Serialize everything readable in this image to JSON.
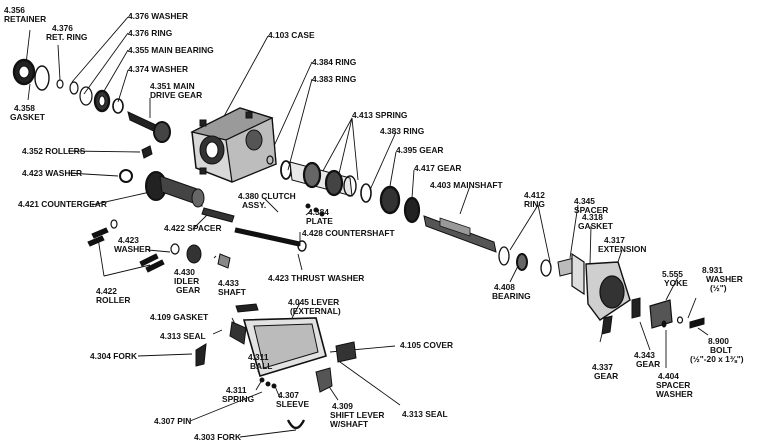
{
  "labels": {
    "p4356_num": "4.356",
    "p4356_name": "RETAINER",
    "p4376r_num": "4.376",
    "p4376r_name": "RET. RING",
    "p4358_num": "4.358",
    "p4358_name": "GASKET",
    "p4376w": "4.376 WASHER",
    "p4376ring": "4.376 RING",
    "p4355": "4.355 MAIN BEARING",
    "p4374": "4.374 WASHER",
    "p4351_num": "4.351 MAIN",
    "p4351_name": "DRIVE GEAR",
    "p4103": "4.103 CASE",
    "p4384r": "4.384 RING",
    "p4383r1": "4.383 RING",
    "p4413": "4.413 SPRING",
    "p4383r2": "4.383 RING",
    "p4395": "4.395 GEAR",
    "p4417": "4.417 GEAR",
    "p4352": "4.352 ROLLERS",
    "p4423w": "4.423 WASHER",
    "p4421": "4.421 COUNTERGEAR",
    "p4380_l1": "4.380 CLUTCH",
    "p4380_l2": "ASSY.",
    "p4384p_l1": "4.384",
    "p4384p_l2": "PLATE",
    "p4403": "4.403 MAINSHAFT",
    "p4412_num": "4.412",
    "p4412_name": "RING",
    "p4345_num": "4.345",
    "p4345_name": "SPACER",
    "p4318_num": "4.318",
    "p4318_name": "GASKET",
    "p4317_num": "4.317",
    "p4317_name": "EXTENSION",
    "p4422s": "4.422 SPACER",
    "p4428": "4.428 COUNTERSHAFT",
    "p4423w2_num": "4.423",
    "p4423w2_name": "WASHER",
    "p4430_num": "4.430",
    "p4430_l2": "IDLER",
    "p4430_l3": "GEAR",
    "p4433_num": "4.433",
    "p4433_name": "SHAFT",
    "p4423tw": "4.423 THRUST WASHER",
    "p4422r_num": "4.422",
    "p4422r_name": "ROLLER",
    "p4408_num": "4.408",
    "p4408_name": "BEARING",
    "p5555_num": "5.555",
    "p5555_name": "YOKE",
    "p8931_num": "8.931",
    "p8931_name": "WASHER",
    "p8931_size": "(½\")",
    "p8900_num": "8.900",
    "p8900_name": "BOLT",
    "p8900_size": "(½\"-20 x 1⅜\")",
    "p4045_l1": "4.045 LEVER",
    "p4045_l2": "(EXTERNAL)",
    "p4109": "4.109 GASKET",
    "p4313s1": "4.313 SEAL",
    "p4304": "4.304 FORK",
    "p4311b_num": "4.311",
    "p4311b_name": "BALL",
    "p4105": "4.105 COVER",
    "p4343_num": "4.343",
    "p4343_name": "GEAR",
    "p4337_num": "4.337",
    "p4337_name": "GEAR",
    "p4404_num": "4.404",
    "p4404_l2": "SPACER",
    "p4404_l3": "WASHER",
    "p4311s_num": "4.311",
    "p4311s_name": "SPRING",
    "p4307sl_num": "4.307",
    "p4307sl_name": "SLEEVE",
    "p4309_l1": "4.309",
    "p4309_l2": "SHIFT LEVER",
    "p4309_l3": "W/SHAFT",
    "p4313s2": "4.313 SEAL",
    "p4307pin": "4.307 PIN",
    "p4303": "4.303 FORK"
  }
}
